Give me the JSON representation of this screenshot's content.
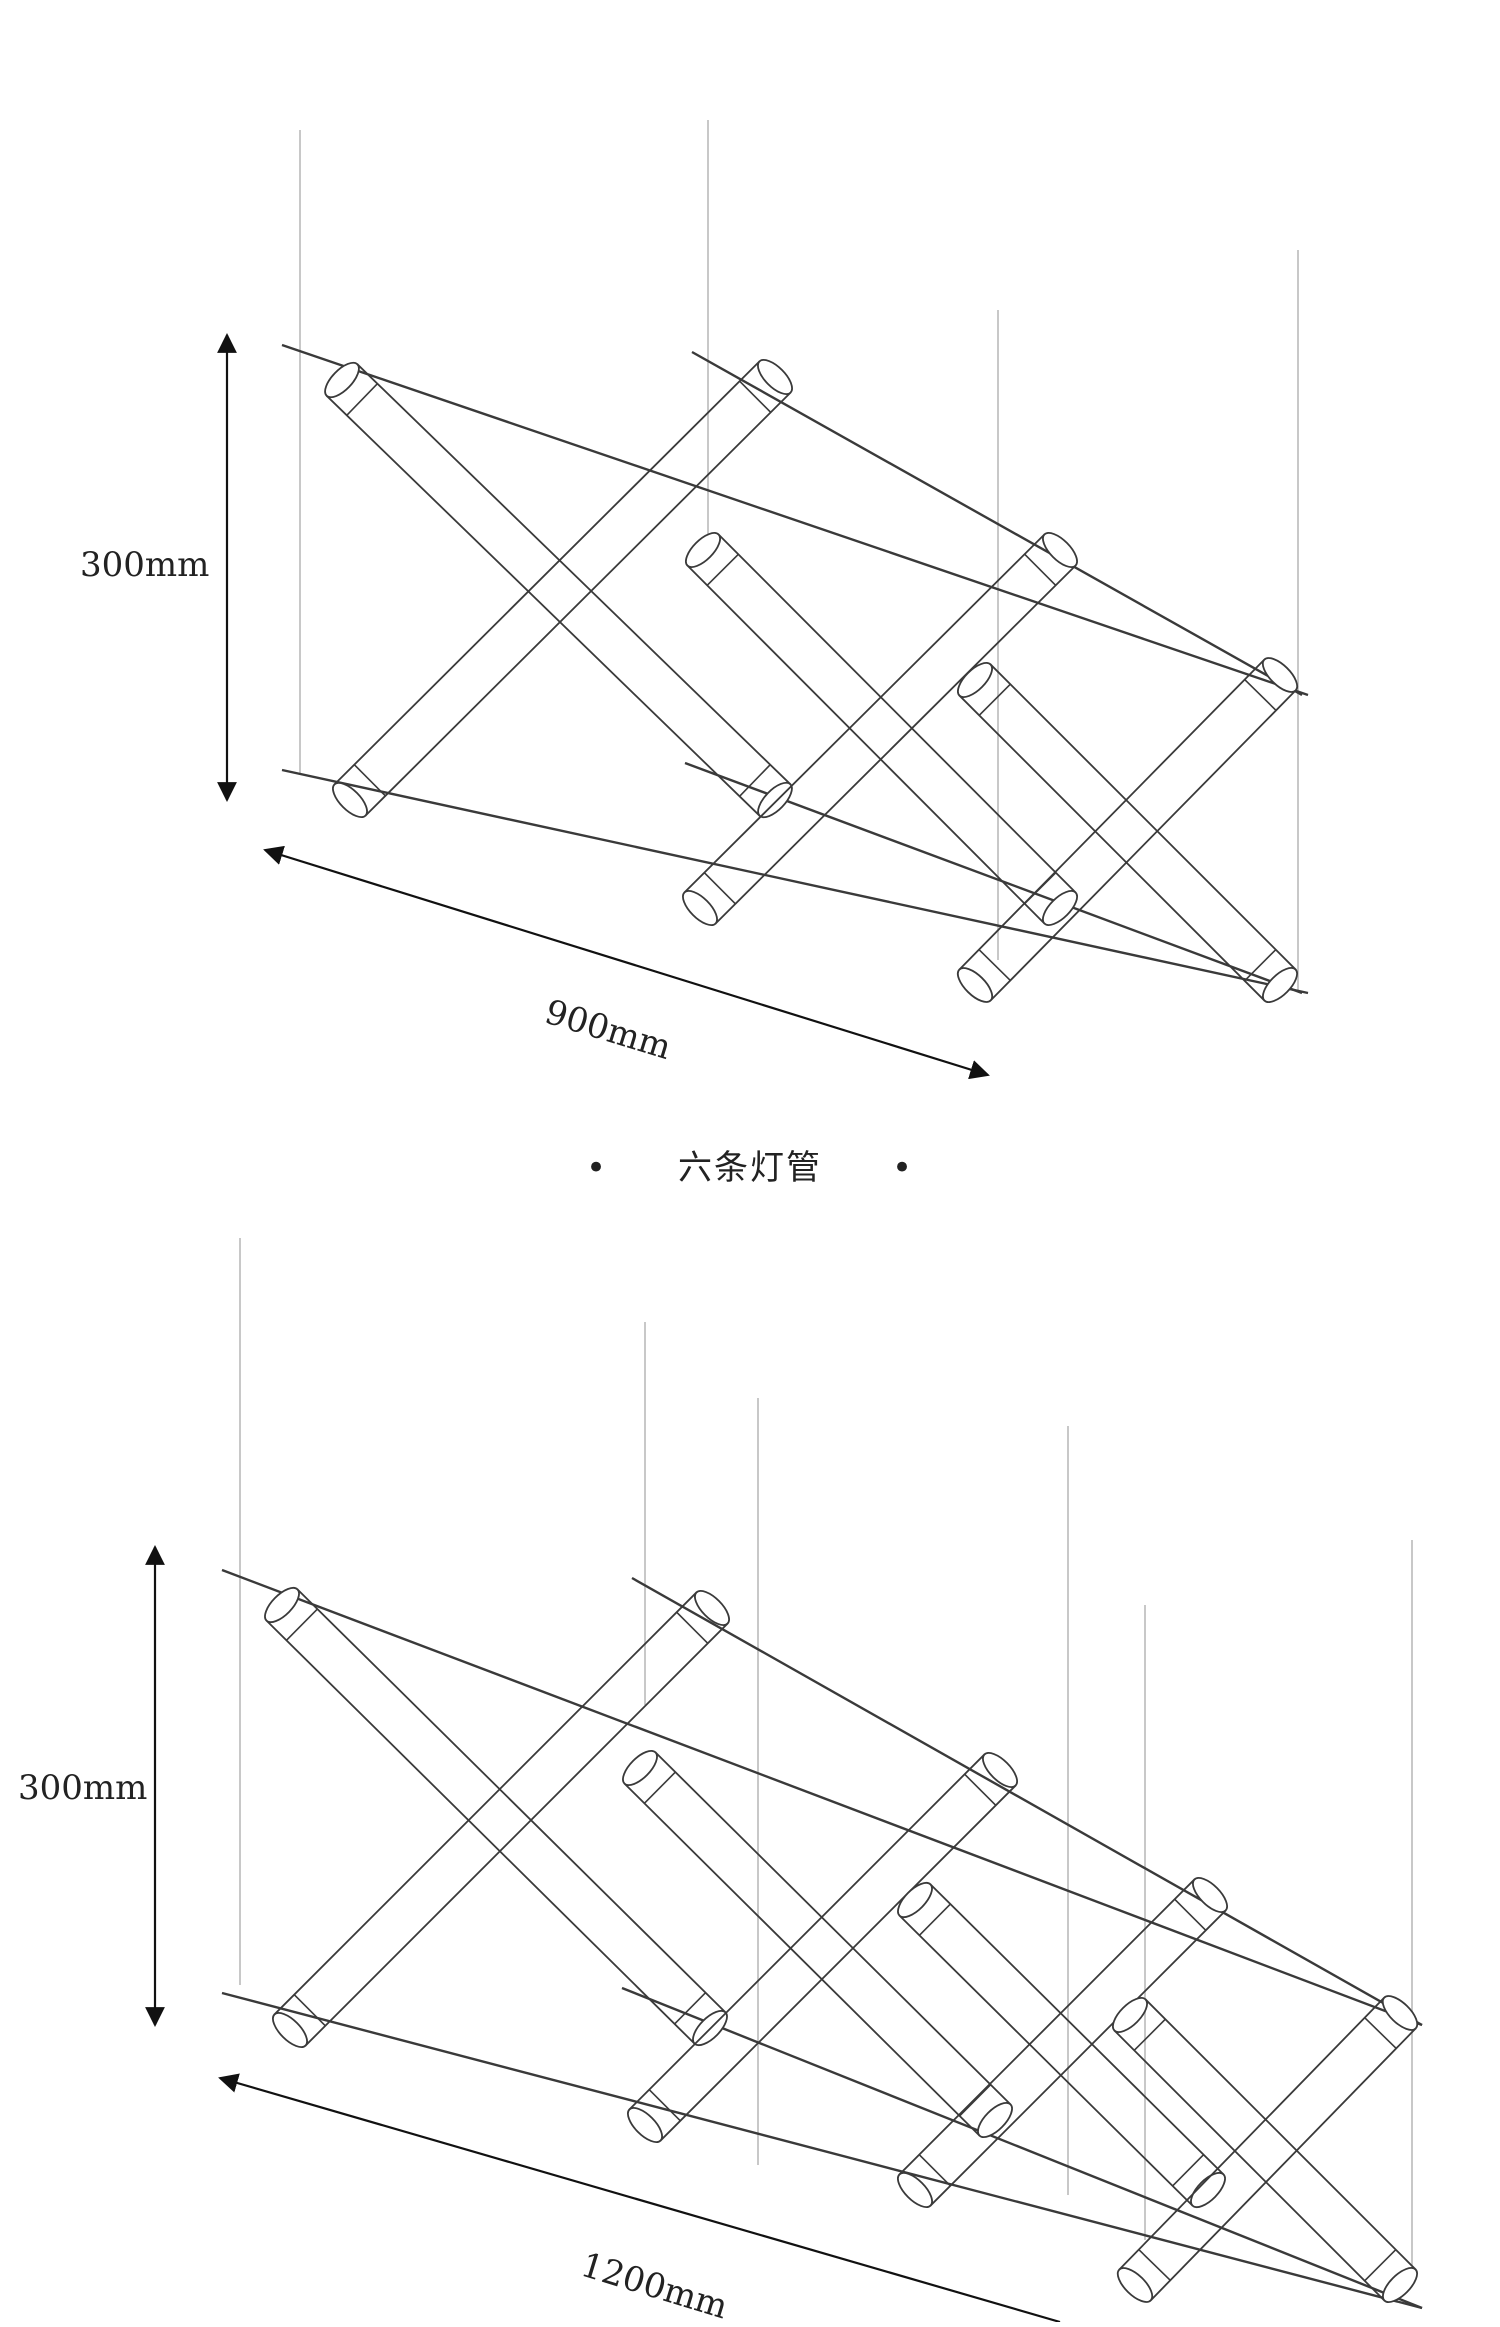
{
  "top_diagram": {
    "height_label": "300mm",
    "width_label": "900mm"
  },
  "caption": {
    "text": "六条灯管",
    "bullet": "•"
  },
  "bottom_diagram": {
    "height_label": "300mm",
    "width_label": "1200mm"
  },
  "colors": {
    "stroke": "#3a3a3a",
    "wire": "#c8c8c8",
    "arrow": "#111111"
  }
}
